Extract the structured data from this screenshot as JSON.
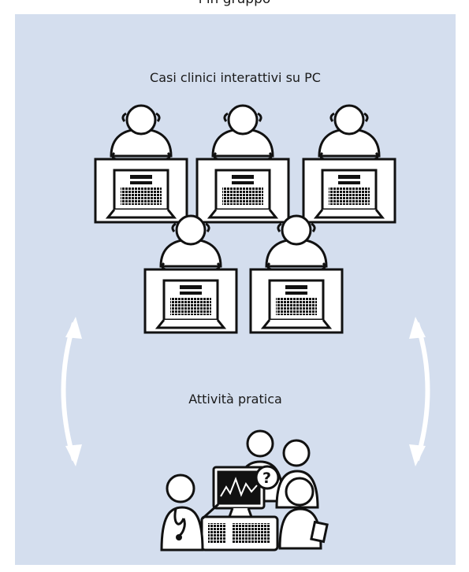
{
  "header": {
    "text": "i in gruppo"
  },
  "labels": {
    "top": "Casi clinici interattivi su PC",
    "middle": "Attività pratica"
  },
  "icons": {
    "workstation": "person-at-computer-icon",
    "cycle_arrow": "double-headed-curved-arrow-icon",
    "group_activity": "clinicians-with-monitor-icon"
  },
  "colors": {
    "panel_background": "#d4deee",
    "line": "#111111",
    "arrow": "#ffffff"
  }
}
